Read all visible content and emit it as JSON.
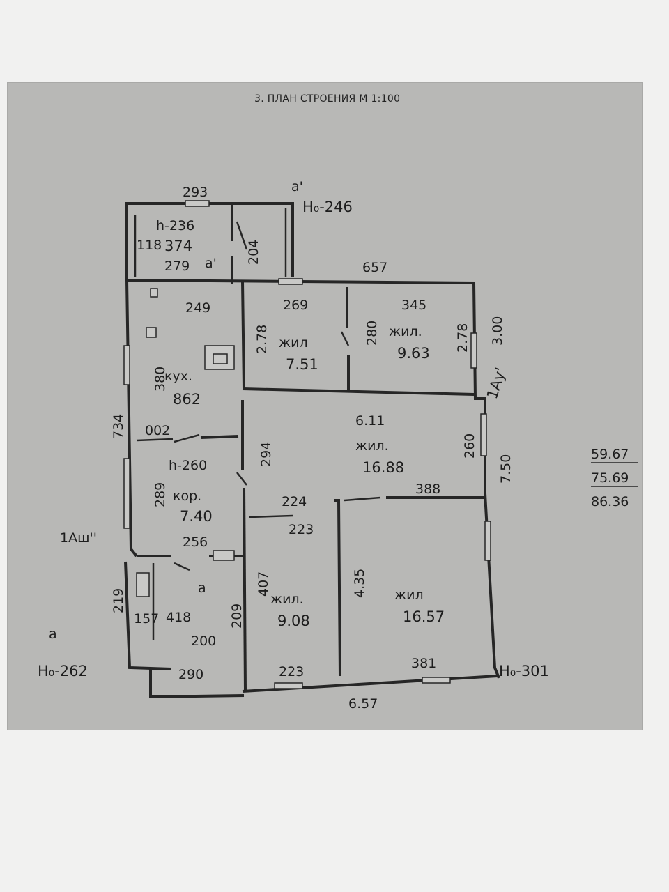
{
  "title": "3. ПЛАН СТРОЕНИЯ М 1:100",
  "areas": {
    "line1": "59.67",
    "line2": "75.69",
    "line3": "86.36"
  },
  "marks": {
    "a_prime_top": "a'",
    "h_top_right": "Н₀-246",
    "a_prime_small": "a'",
    "section_right": "1Ау'",
    "section_left": "1Аш''",
    "a_left": "a",
    "h_left": "Н₀-262",
    "a_bath": "a",
    "h_right": "Н₀-301"
  },
  "rooms": {
    "vestibule": {
      "h": "h-236",
      "area": "374"
    },
    "bedroom1": {
      "name": "жил",
      "area": "7.51"
    },
    "bedroom2": {
      "name": "жил.",
      "area": "9.63"
    },
    "kitchen": {
      "name": "кух.",
      "area": "862"
    },
    "living": {
      "name": "жил.",
      "area": "16.88"
    },
    "corridor": {
      "h": "h-260",
      "name": "кор.",
      "area": "7.40"
    },
    "bedroom3": {
      "name": "жил.",
      "area": "9.08"
    },
    "bedroom4": {
      "name": "жил",
      "area": "16.57"
    },
    "bath": {
      "a": "157",
      "b": "418"
    }
  },
  "dims": {
    "d293": "293",
    "d118": "118",
    "d204": "204",
    "d279": "279",
    "d657_top": "657",
    "d249": "249",
    "d269": "269",
    "d345": "345",
    "d278a": "2.78",
    "d280": "280",
    "d278b": "2.78",
    "d300": "3.00",
    "d380": "380",
    "d734": "734",
    "d002": "002",
    "d294": "294",
    "d611": "6.11",
    "d260": "260",
    "d750": "7.50",
    "d289": "289",
    "d388": "388",
    "d224": "224",
    "d223a": "223",
    "d256": "256",
    "d407": "407",
    "d435": "4.35",
    "d219": "219",
    "d209": "209",
    "d200": "200",
    "d290": "290",
    "d223b": "223",
    "d381": "381",
    "d657_bottom": "6.57"
  }
}
